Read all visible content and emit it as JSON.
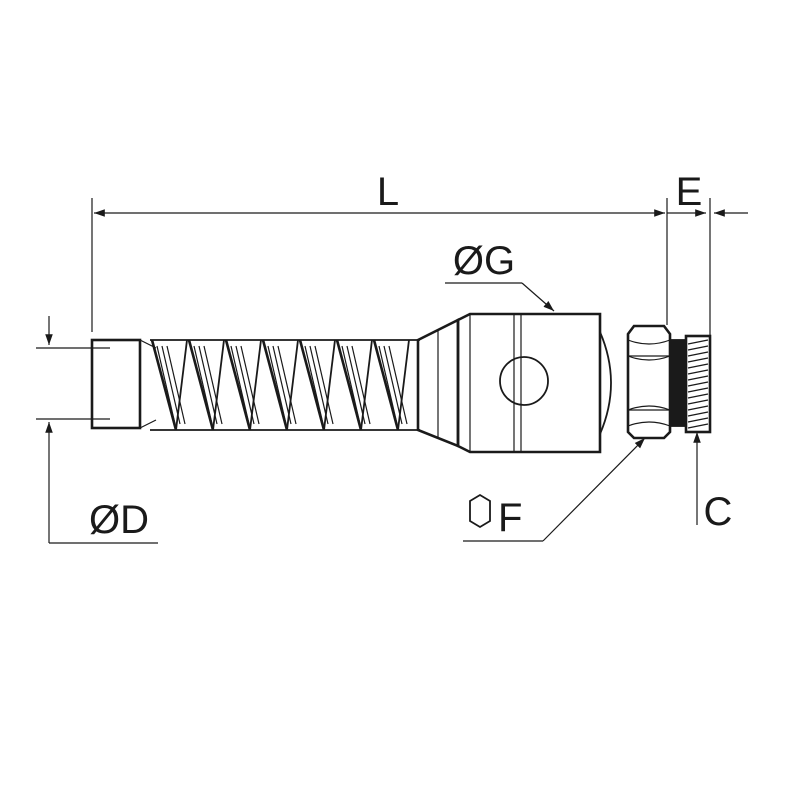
{
  "labels": {
    "length": "L",
    "thread_length": "E",
    "outer_diameter_g": "ØG",
    "hose_diameter": "ØD",
    "hex_size": "F",
    "thread": "C"
  },
  "colors": {
    "line": "#1a1a1a",
    "background": "#ffffff"
  }
}
